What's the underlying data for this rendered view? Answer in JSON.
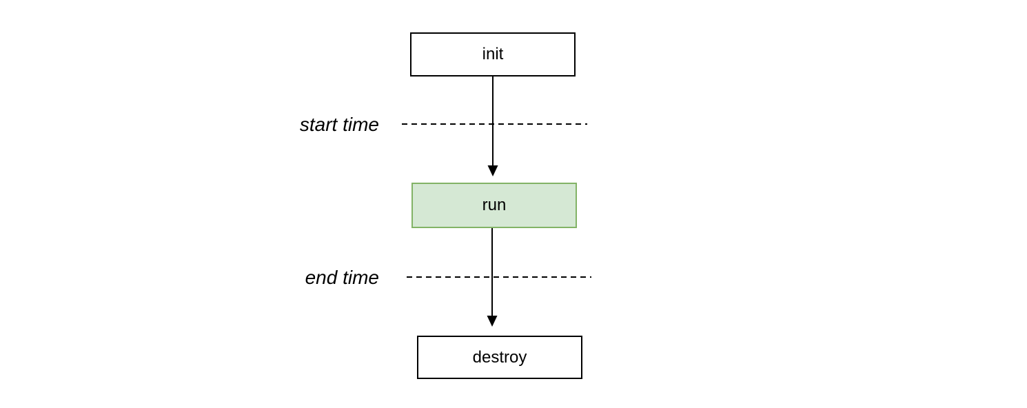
{
  "diagram": {
    "type": "flowchart",
    "nodes": {
      "init": {
        "label": "init"
      },
      "run": {
        "label": "run"
      },
      "destroy": {
        "label": "destroy"
      }
    },
    "annotations": {
      "start_time": {
        "label": "start time"
      },
      "end_time": {
        "label": "end time"
      }
    },
    "edges": [
      {
        "from": "init",
        "to": "run"
      },
      {
        "from": "run",
        "to": "destroy"
      }
    ],
    "colors": {
      "background": "#ffffff",
      "node_fill": "#ffffff",
      "node_border": "#000000",
      "run_fill": "#d5e8d4",
      "run_border": "#82b366",
      "line": "#000000",
      "text": "#000000"
    }
  }
}
